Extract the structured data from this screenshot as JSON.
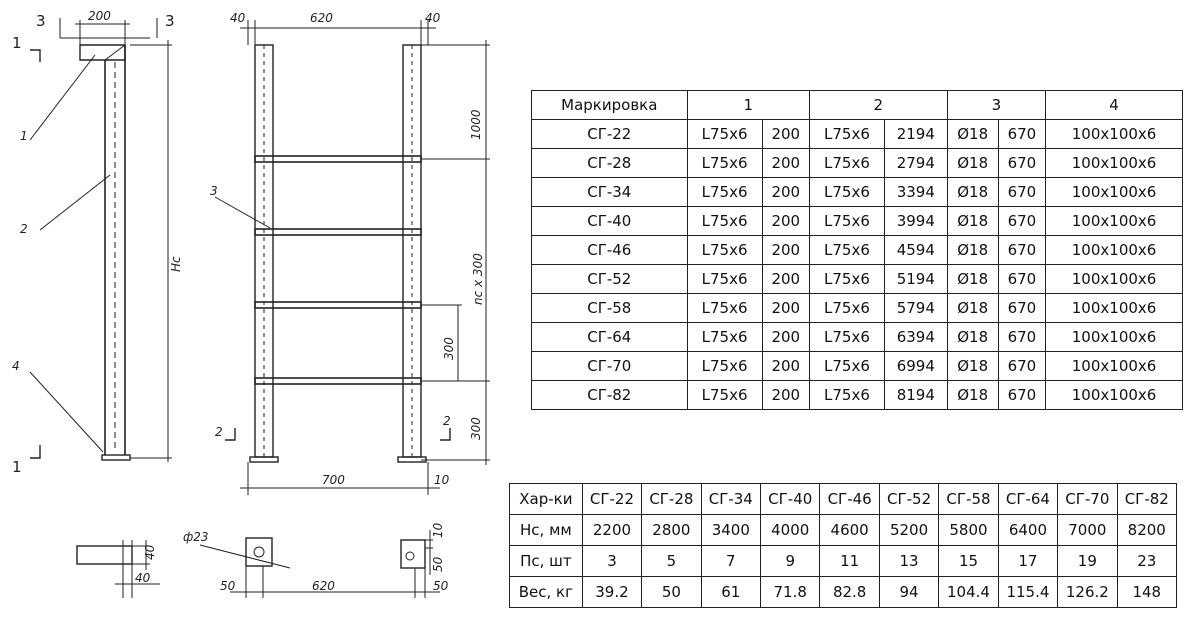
{
  "drawing": {
    "callouts": [
      "1",
      "2",
      "3",
      "4"
    ],
    "section_marks": [
      "3",
      "1",
      "2"
    ],
    "dims": {
      "w200": "200",
      "w620": "620",
      "w40": "40",
      "w700": "700",
      "w10": "10",
      "h1000": "1000",
      "h300": "300",
      "hs": "Hc",
      "pitch": "nc x 300",
      "phi23": "ф23",
      "d50": "50",
      "d10": "10"
    }
  },
  "marking_table": {
    "headers": [
      "Маркировка",
      "1",
      "2",
      "3",
      "4"
    ],
    "rows": [
      [
        "СГ-22",
        "L75x6",
        "200",
        "L75x6",
        "2194",
        "Ø18",
        "670",
        "100x100x6"
      ],
      [
        "СГ-28",
        "L75x6",
        "200",
        "L75x6",
        "2794",
        "Ø18",
        "670",
        "100x100x6"
      ],
      [
        "СГ-34",
        "L75x6",
        "200",
        "L75x6",
        "3394",
        "Ø18",
        "670",
        "100x100x6"
      ],
      [
        "СГ-40",
        "L75x6",
        "200",
        "L75x6",
        "3994",
        "Ø18",
        "670",
        "100x100x6"
      ],
      [
        "СГ-46",
        "L75x6",
        "200",
        "L75x6",
        "4594",
        "Ø18",
        "670",
        "100x100x6"
      ],
      [
        "СГ-52",
        "L75x6",
        "200",
        "L75x6",
        "5194",
        "Ø18",
        "670",
        "100x100x6"
      ],
      [
        "СГ-58",
        "L75x6",
        "200",
        "L75x6",
        "5794",
        "Ø18",
        "670",
        "100x100x6"
      ],
      [
        "СГ-64",
        "L75x6",
        "200",
        "L75x6",
        "6394",
        "Ø18",
        "670",
        "100x100x6"
      ],
      [
        "СГ-70",
        "L75x6",
        "200",
        "L75x6",
        "6994",
        "Ø18",
        "670",
        "100x100x6"
      ],
      [
        "СГ-82",
        "L75x6",
        "200",
        "L75x6",
        "8194",
        "Ø18",
        "670",
        "100x100x6"
      ]
    ]
  },
  "char_table": {
    "headers": [
      "Хар-ки",
      "СГ-22",
      "СГ-28",
      "СГ-34",
      "СГ-40",
      "СГ-46",
      "СГ-52",
      "СГ-58",
      "СГ-64",
      "СГ-70",
      "СГ-82"
    ],
    "rows": [
      [
        "Нс, мм",
        "2200",
        "2800",
        "3400",
        "4000",
        "4600",
        "5200",
        "5800",
        "6400",
        "7000",
        "8200"
      ],
      [
        "Пс, шт",
        "3",
        "5",
        "7",
        "9",
        "11",
        "13",
        "15",
        "17",
        "19",
        "23"
      ],
      [
        "Вес, кг",
        "39.2",
        "50",
        "61",
        "71.8",
        "82.8",
        "94",
        "104.4",
        "115.4",
        "126.2",
        "148"
      ]
    ]
  }
}
